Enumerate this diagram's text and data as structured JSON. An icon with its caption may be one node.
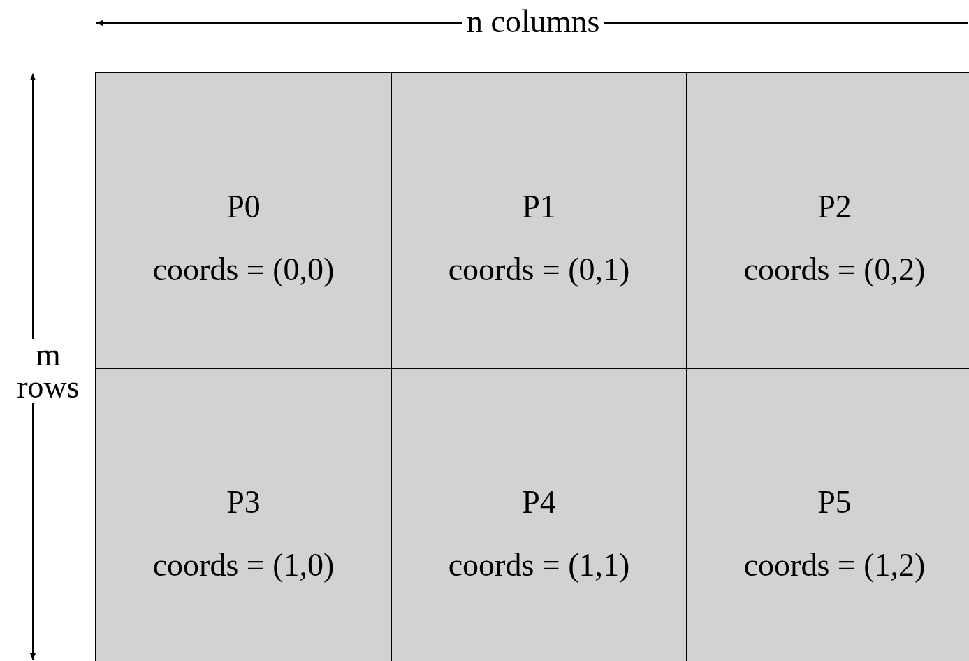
{
  "diagram": {
    "nodes": [
      {
        "text": [
          "P0",
          "coords = (0,0)"
        ]
      },
      {
        "text": [
          "P1",
          "coords = (0,1)"
        ]
      },
      {
        "text": [
          "P2",
          "coords = (0,2)"
        ]
      },
      {
        "text": [
          "P3",
          "coords = (1,0)"
        ]
      },
      {
        "text": [
          "P4",
          "coords = (1,1)"
        ]
      },
      {
        "text": [
          "P5",
          "coords = (1,2)"
        ]
      }
    ],
    "labels": [
      "n columns",
      "m rows"
    ]
  }
}
